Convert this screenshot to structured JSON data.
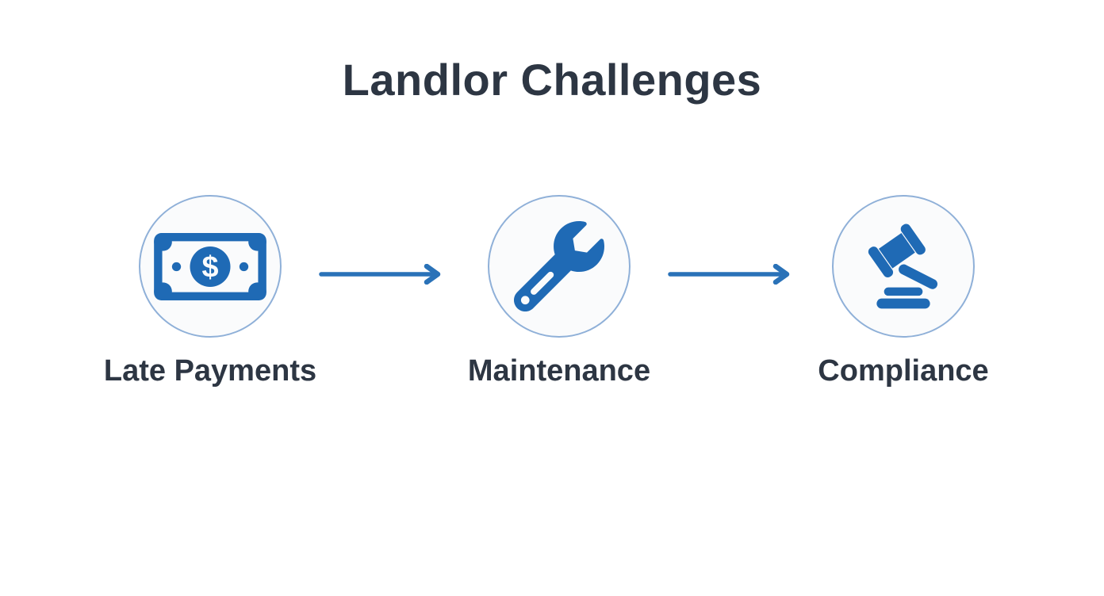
{
  "title": "Landlor Challenges",
  "colors": {
    "icon_blue": "#1f6ab5",
    "arrow_blue": "#2a72b8",
    "circle_border": "#8fb0d8",
    "circle_fill": "#fafbfc",
    "text_dark": "#2d3643"
  },
  "steps": [
    {
      "label": "Late Payments",
      "icon": "money-bill-icon",
      "currency_symbol": "$"
    },
    {
      "label": "Maintenance",
      "icon": "wrench-icon"
    },
    {
      "label": "Compliance",
      "icon": "gavel-icon"
    }
  ],
  "arrows": [
    {
      "direction": "right"
    },
    {
      "direction": "right"
    }
  ]
}
